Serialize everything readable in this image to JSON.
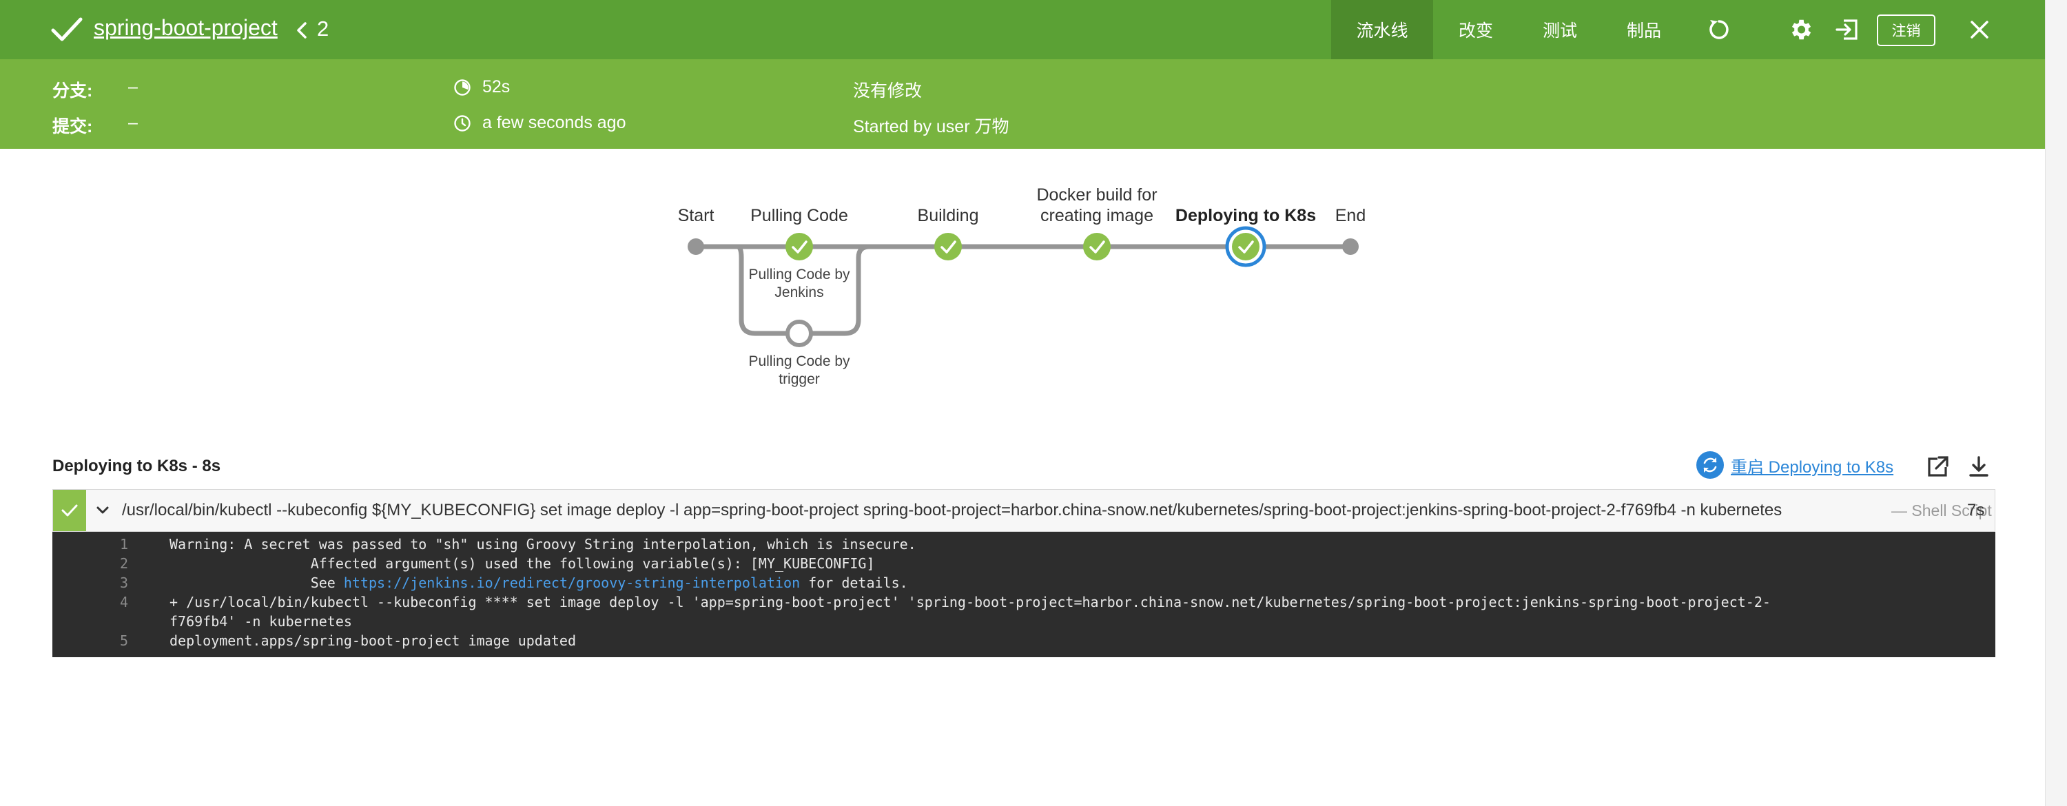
{
  "header": {
    "project_title": "spring-boot-project",
    "run_number": "2",
    "nav": [
      {
        "label": "流水线",
        "active": true
      },
      {
        "label": "改变",
        "active": false
      },
      {
        "label": "测试",
        "active": false
      },
      {
        "label": "制品",
        "active": false
      }
    ],
    "logout_label": "注销"
  },
  "info": {
    "branch_label": "分支:",
    "branch_value": "–",
    "commit_label": "提交:",
    "commit_value": "–",
    "duration": "52s",
    "time_ago": "a few seconds ago",
    "changes": "没有修改",
    "started_by": "Started by user 万物"
  },
  "pipeline": {
    "stages": [
      "Start",
      "Pulling Code",
      "Building",
      "Docker build for creating image",
      "Deploying to K8s",
      "End"
    ],
    "stage_docker_line1": "Docker build for",
    "stage_docker_line2": "creating image",
    "parallel": {
      "branch1_line1": "Pulling Code by",
      "branch1_line2": "Jenkins",
      "branch2_line1": "Pulling Code by",
      "branch2_line2": "trigger"
    }
  },
  "step": {
    "title": "Deploying to K8s - 8s",
    "restart_label": "重启 Deploying to K8s",
    "command": "/usr/local/bin/kubectl --kubeconfig ${MY_KUBECONFIG} set image deploy -l app=spring-boot-project spring-boot-project=harbor.china-snow.net/kubernetes/spring-boot-project:jenkins-spring-boot-project-2-f769fb4 -n kubernetes",
    "type": "— Shell Script",
    "duration": "7s"
  },
  "console": {
    "lines": [
      {
        "n": "1",
        "text": "Warning: A secret was passed to \"sh\" using Groovy String interpolation, which is insecure."
      },
      {
        "n": "2",
        "text": "                 Affected argument(s) used the following variable(s): [MY_KUBECONFIG]"
      },
      {
        "n": "3",
        "pre": "                 See ",
        "link": "https://jenkins.io/redirect/groovy-string-interpolation",
        "post": " for details."
      },
      {
        "n": "4",
        "text": "+ /usr/local/bin/kubectl --kubeconfig **** set image deploy -l 'app=spring-boot-project' 'spring-boot-project=harbor.china-snow.net/kubernetes/spring-boot-project:jenkins-spring-boot-project-2-\nf769fb4' -n kubernetes"
      },
      {
        "n": "5",
        "text": "deployment.apps/spring-boot-project image updated"
      }
    ]
  },
  "colors": {
    "header_green": "#5ba135",
    "infobar_green": "#78b43f",
    "success": "#8cc04b",
    "selected_ring": "#2b86d8",
    "link": "#2b86d8"
  },
  "icons": [
    "check-icon",
    "chevron-left-icon",
    "replay-icon",
    "gear-icon",
    "exit-icon",
    "close-icon",
    "clock-icon",
    "timer-icon",
    "restart-icon",
    "open-external-icon",
    "download-icon"
  ]
}
